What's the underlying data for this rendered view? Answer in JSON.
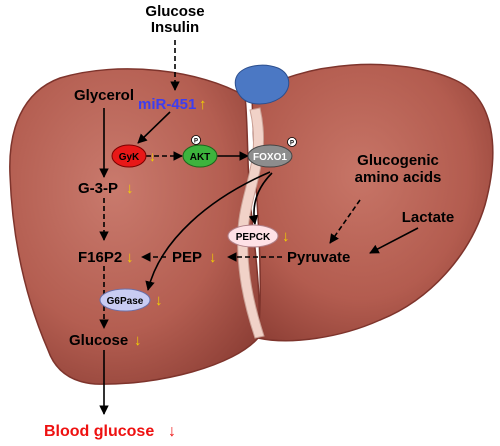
{
  "inputs": {
    "line1": "Glucose",
    "line2": "Insulin"
  },
  "mirna": {
    "label": "miR-451",
    "arrow": "↑"
  },
  "nodes": {
    "glycerol": "Glycerol",
    "gyk": "GyK",
    "akt": "AKT",
    "foxo1": "FOXO1",
    "phospho": "P",
    "g3p": "G-3-P",
    "f16p2": "F16P2",
    "pep": "PEP",
    "pepck": "PEPCK",
    "pyruvate": "Pyruvate",
    "g6pase": "G6Pase",
    "glucose": "Glucose",
    "glucogenic_line1": "Glucogenic",
    "glucogenic_line2": "amino acids",
    "lactate": "Lactate"
  },
  "down_arrow": "↓",
  "output": {
    "label": "Blood glucose",
    "arrow": "↓"
  },
  "colors": {
    "liver": "#b55f52",
    "liver_dark": "#8e3f35",
    "ligament": "#f1d2c8",
    "gallbladder": "#4b78c4",
    "mirna_text": "#3d3df0",
    "yellow_arrow": "#f2d000",
    "gyk_fill": "#e81818",
    "akt_fill": "#3db33d",
    "foxo1_fill": "#8d8d8d",
    "pepck_fill": "#ffe1e6",
    "g6pase_fill": "#c9ccf2",
    "output_text": "#ee1111"
  }
}
